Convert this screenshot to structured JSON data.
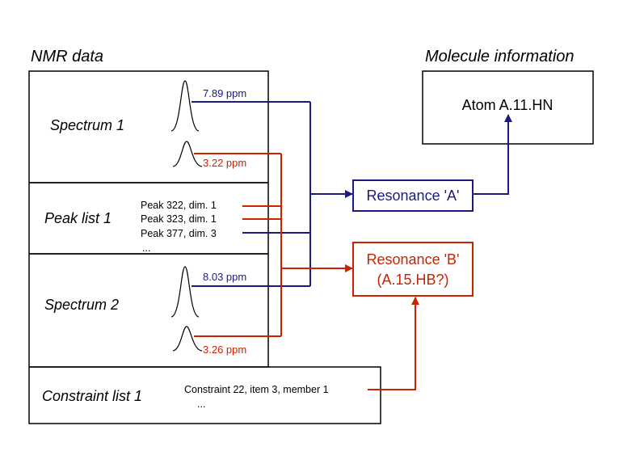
{
  "headings": {
    "nmr_data": "NMR data",
    "molecule_information": "Molecule information"
  },
  "blocks": {
    "spectrum1": "Spectrum 1",
    "peak_list1": "Peak list 1",
    "spectrum2": "Spectrum 2",
    "constraint_list1": "Constraint list 1"
  },
  "spectrum1": {
    "peak_a_ppm": "7.89 ppm",
    "peak_b_ppm": "3.22 ppm"
  },
  "spectrum2": {
    "peak_a_ppm": "8.03 ppm",
    "peak_b_ppm": "3.26 ppm"
  },
  "peak_list": {
    "items": [
      "Peak 322, dim. 1",
      "Peak 323, dim. 1",
      "Peak 377, dim. 3"
    ],
    "ellipsis": "..."
  },
  "constraint_list": {
    "item": "Constraint 22, item 3, member 1",
    "ellipsis": "..."
  },
  "resonance_a": "Resonance 'A'",
  "resonance_b": {
    "line1": "Resonance 'B'",
    "line2": "(A.15.HB?)"
  },
  "atom": "Atom A.11.HN",
  "colors": {
    "blue": "#1a1a80",
    "red": "#cc2200",
    "black": "#000000"
  }
}
